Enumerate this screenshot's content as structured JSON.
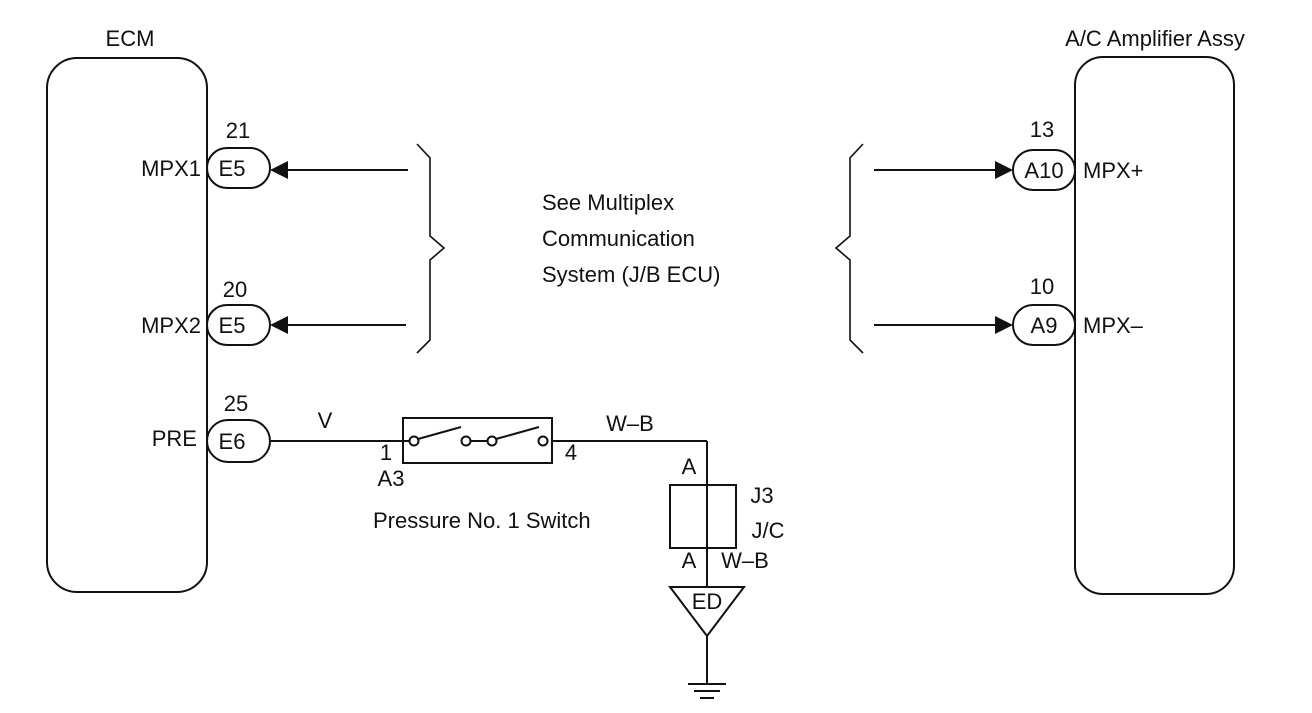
{
  "ecm": {
    "title": "ECM",
    "pins": [
      {
        "name": "MPX1",
        "number": "21",
        "connector": "E5"
      },
      {
        "name": "MPX2",
        "number": "20",
        "connector": "E5"
      },
      {
        "name": "PRE",
        "number": "25",
        "connector": "E6"
      }
    ]
  },
  "amplifier": {
    "title": "A/C Amplifier Assy",
    "pins": [
      {
        "name": "MPX+",
        "number": "13",
        "connector": "A10"
      },
      {
        "name": "MPX–",
        "number": "10",
        "connector": "A9"
      }
    ]
  },
  "note": {
    "lines": [
      "See Multiplex",
      "Communication",
      "System (J/B ECU)"
    ]
  },
  "pressure_switch": {
    "label": "Pressure No. 1 Switch",
    "connector": "A3",
    "pin_in": "1",
    "pin_out": "4"
  },
  "wires": {
    "pre_wire": "V",
    "switch_out": "W–B",
    "ground_wire": "W–B"
  },
  "junction": {
    "id": "J3",
    "type": "J/C",
    "top_pin": "A",
    "bottom_pin": "A"
  },
  "ground": {
    "label": "ED"
  }
}
